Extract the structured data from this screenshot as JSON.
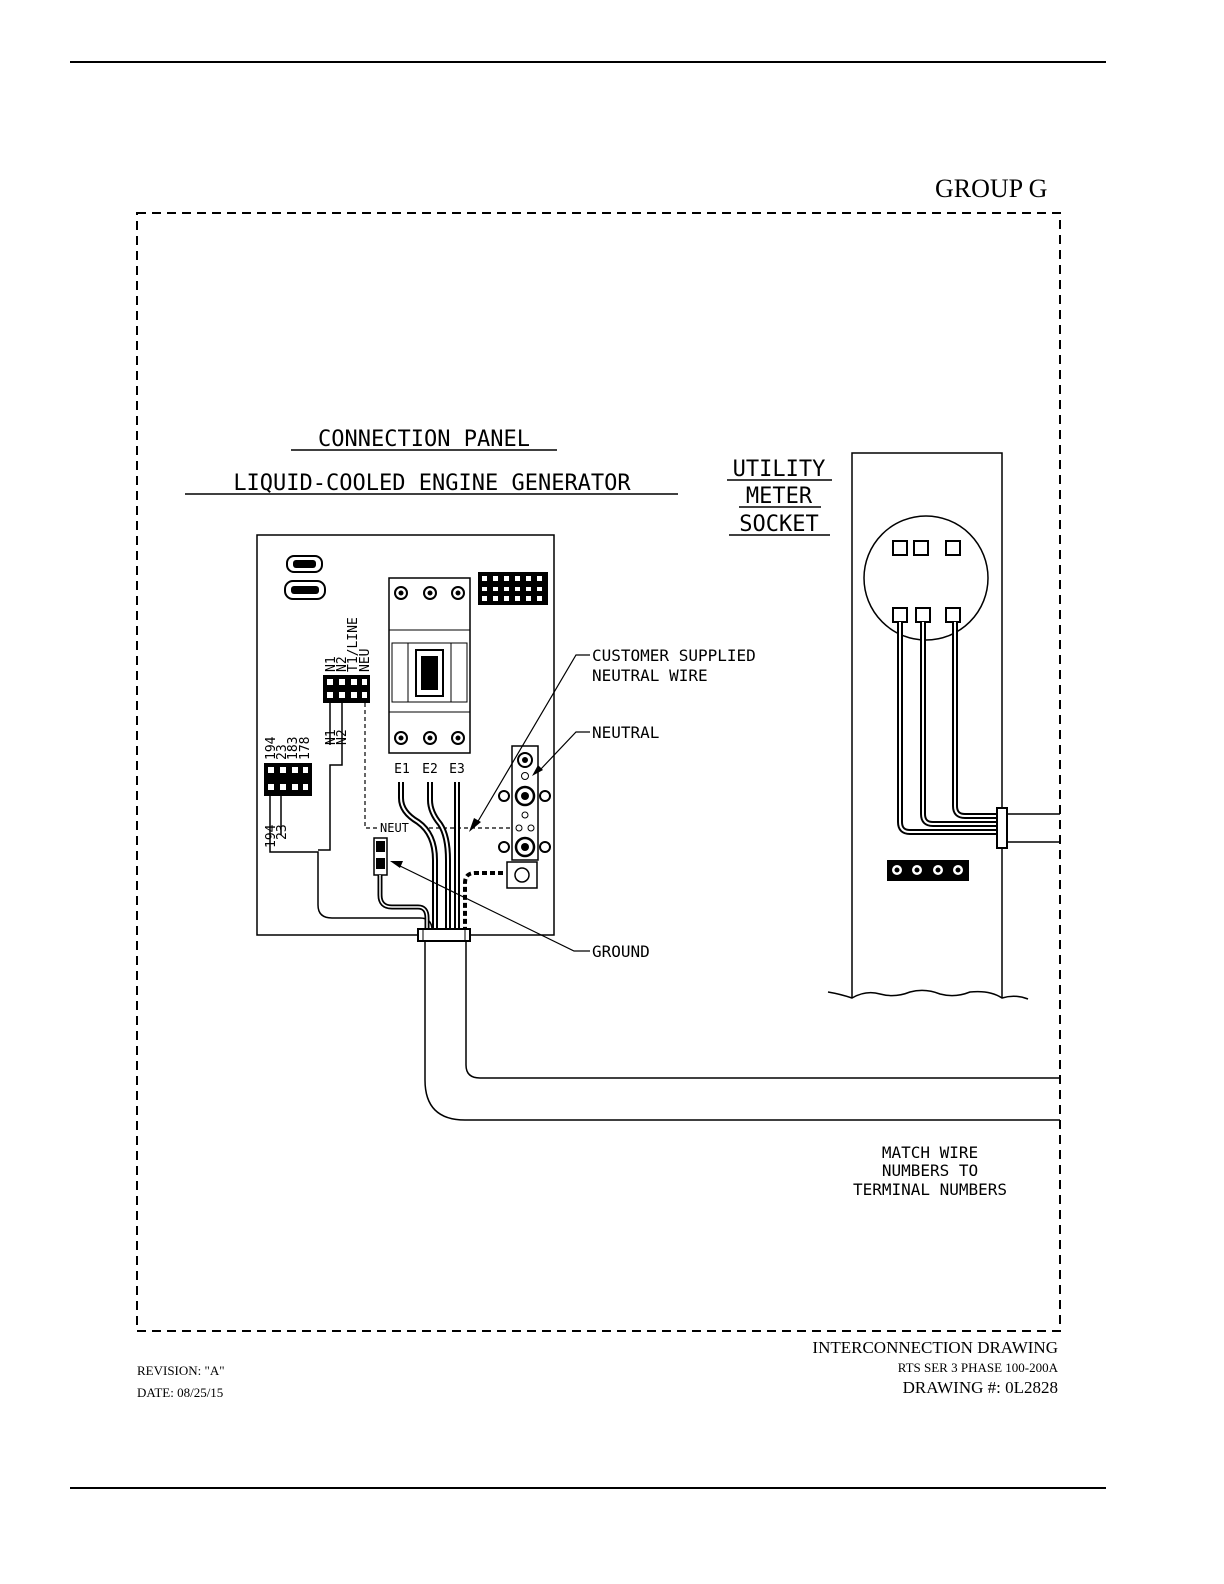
{
  "header": {
    "group_label": "GROUP G"
  },
  "diagram": {
    "panel_title_1": "CONNECTION PANEL",
    "panel_title_2": "LIQUID-COOLED ENGINE GENERATOR",
    "meter_title_1": "UTILITY",
    "meter_title_2": "METER",
    "meter_title_3": "SOCKET",
    "callout_customer_1": "CUSTOMER SUPPLIED",
    "callout_customer_2": "NEUTRAL WIRE",
    "callout_neutral": "NEUTRAL",
    "callout_ground": "GROUND",
    "neut_label": "NEUT",
    "terminals_top": [
      "N1",
      "N2",
      "T1/LINE",
      "NEU"
    ],
    "terminals_top_bottom": [
      "N1",
      "N2"
    ],
    "terminals_left": [
      "194",
      "23",
      "183",
      "178"
    ],
    "terminals_left_bottom": [
      "194",
      "23"
    ],
    "breaker_terminals": [
      "E1",
      "E2",
      "E3"
    ],
    "note_1": "MATCH WIRE",
    "note_2": "NUMBERS TO",
    "note_3": "TERMINAL NUMBERS"
  },
  "footer": {
    "revision": "REVISION: \"A\"",
    "date": "DATE: 08/25/15",
    "title": "INTERCONNECTION DRAWING",
    "subtitle": "RTS SER 3 PHASE 100-200A",
    "drawing_number": "DRAWING #: 0L2828"
  }
}
